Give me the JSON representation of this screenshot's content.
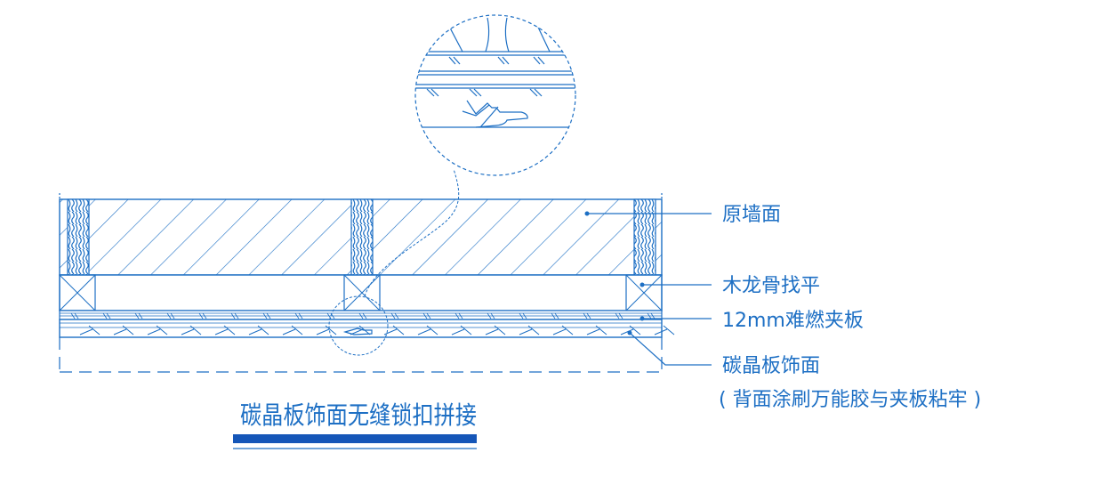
{
  "diagram": {
    "colors": {
      "line": "#1d6fc4",
      "title_bar": "#1556b8",
      "background": "#ffffff"
    },
    "labels": {
      "original_wall": "原墙面",
      "wood_keel": "木龙骨找平",
      "fire_board": "12mm难燃夹板",
      "carbon_board": "碳晶板饰面",
      "carbon_board_note": "( 背面涂刷万能胶与夹板粘牢 )"
    },
    "title": "碳晶板饰面无缝锁扣拼接"
  }
}
